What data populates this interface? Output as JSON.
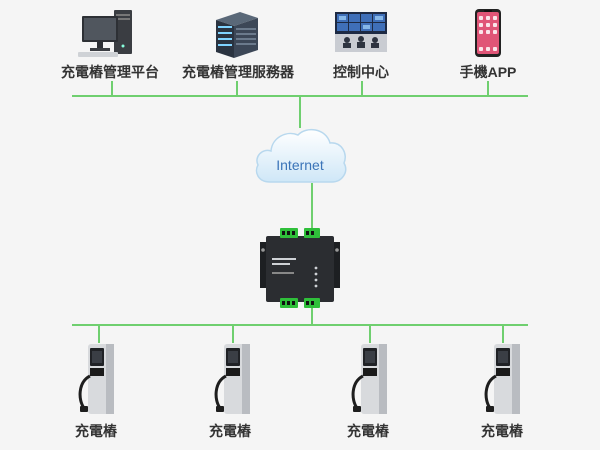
{
  "top_nodes": [
    {
      "label": "充電樁管理平台",
      "icon": "desktop-computer-icon"
    },
    {
      "label": "充電樁管理服務器",
      "icon": "server-rack-icon"
    },
    {
      "label": "控制中心",
      "icon": "control-center-video-wall-icon"
    },
    {
      "label": "手機APP",
      "icon": "smartphone-icon"
    }
  ],
  "cloud": {
    "label": "Internet",
    "icon": "cloud-icon"
  },
  "gateway": {
    "icon": "serial-server-gateway-icon"
  },
  "chargers": [
    {
      "label": "充電樁",
      "icon": "ev-charger-icon"
    },
    {
      "label": "充電樁",
      "icon": "ev-charger-icon"
    },
    {
      "label": "充電樁",
      "icon": "ev-charger-icon"
    },
    {
      "label": "充電樁",
      "icon": "ev-charger-icon"
    }
  ],
  "colors": {
    "line": "#6fcf6f",
    "background": "#f5f5f5",
    "cloud": "#cfe7f7",
    "text": "#333333"
  }
}
